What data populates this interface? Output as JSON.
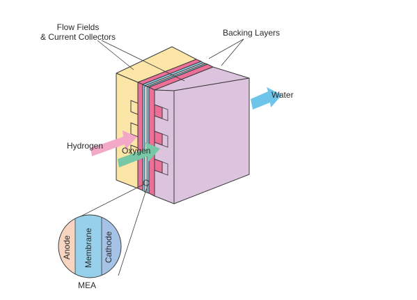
{
  "labels": {
    "flow_fields_line1": "Flow Fields",
    "flow_fields_line2": "& Current Collectors",
    "backing_layers": "Backing Layers",
    "water": "Water",
    "hydrogen": "Hydrogen",
    "oxygen": "Oxygen",
    "anode": "Anode",
    "membrane": "Membrane",
    "cathode": "Cathode",
    "mea": "MEA"
  },
  "colors": {
    "anode_plate": "#fbe6a8",
    "backing_layer": "#ec6f97",
    "membrane": "#8fcbe4",
    "cathode_plate": "#dcc3de",
    "water_arrow": "#6fc4ea",
    "hydrogen_arrow": "#f4a8c8",
    "oxygen_arrow": "#76c8a6",
    "inset_anode": "#f7d5c1",
    "inset_membrane": "#96d0ea",
    "inset_cathode": "#a5c3e6"
  }
}
